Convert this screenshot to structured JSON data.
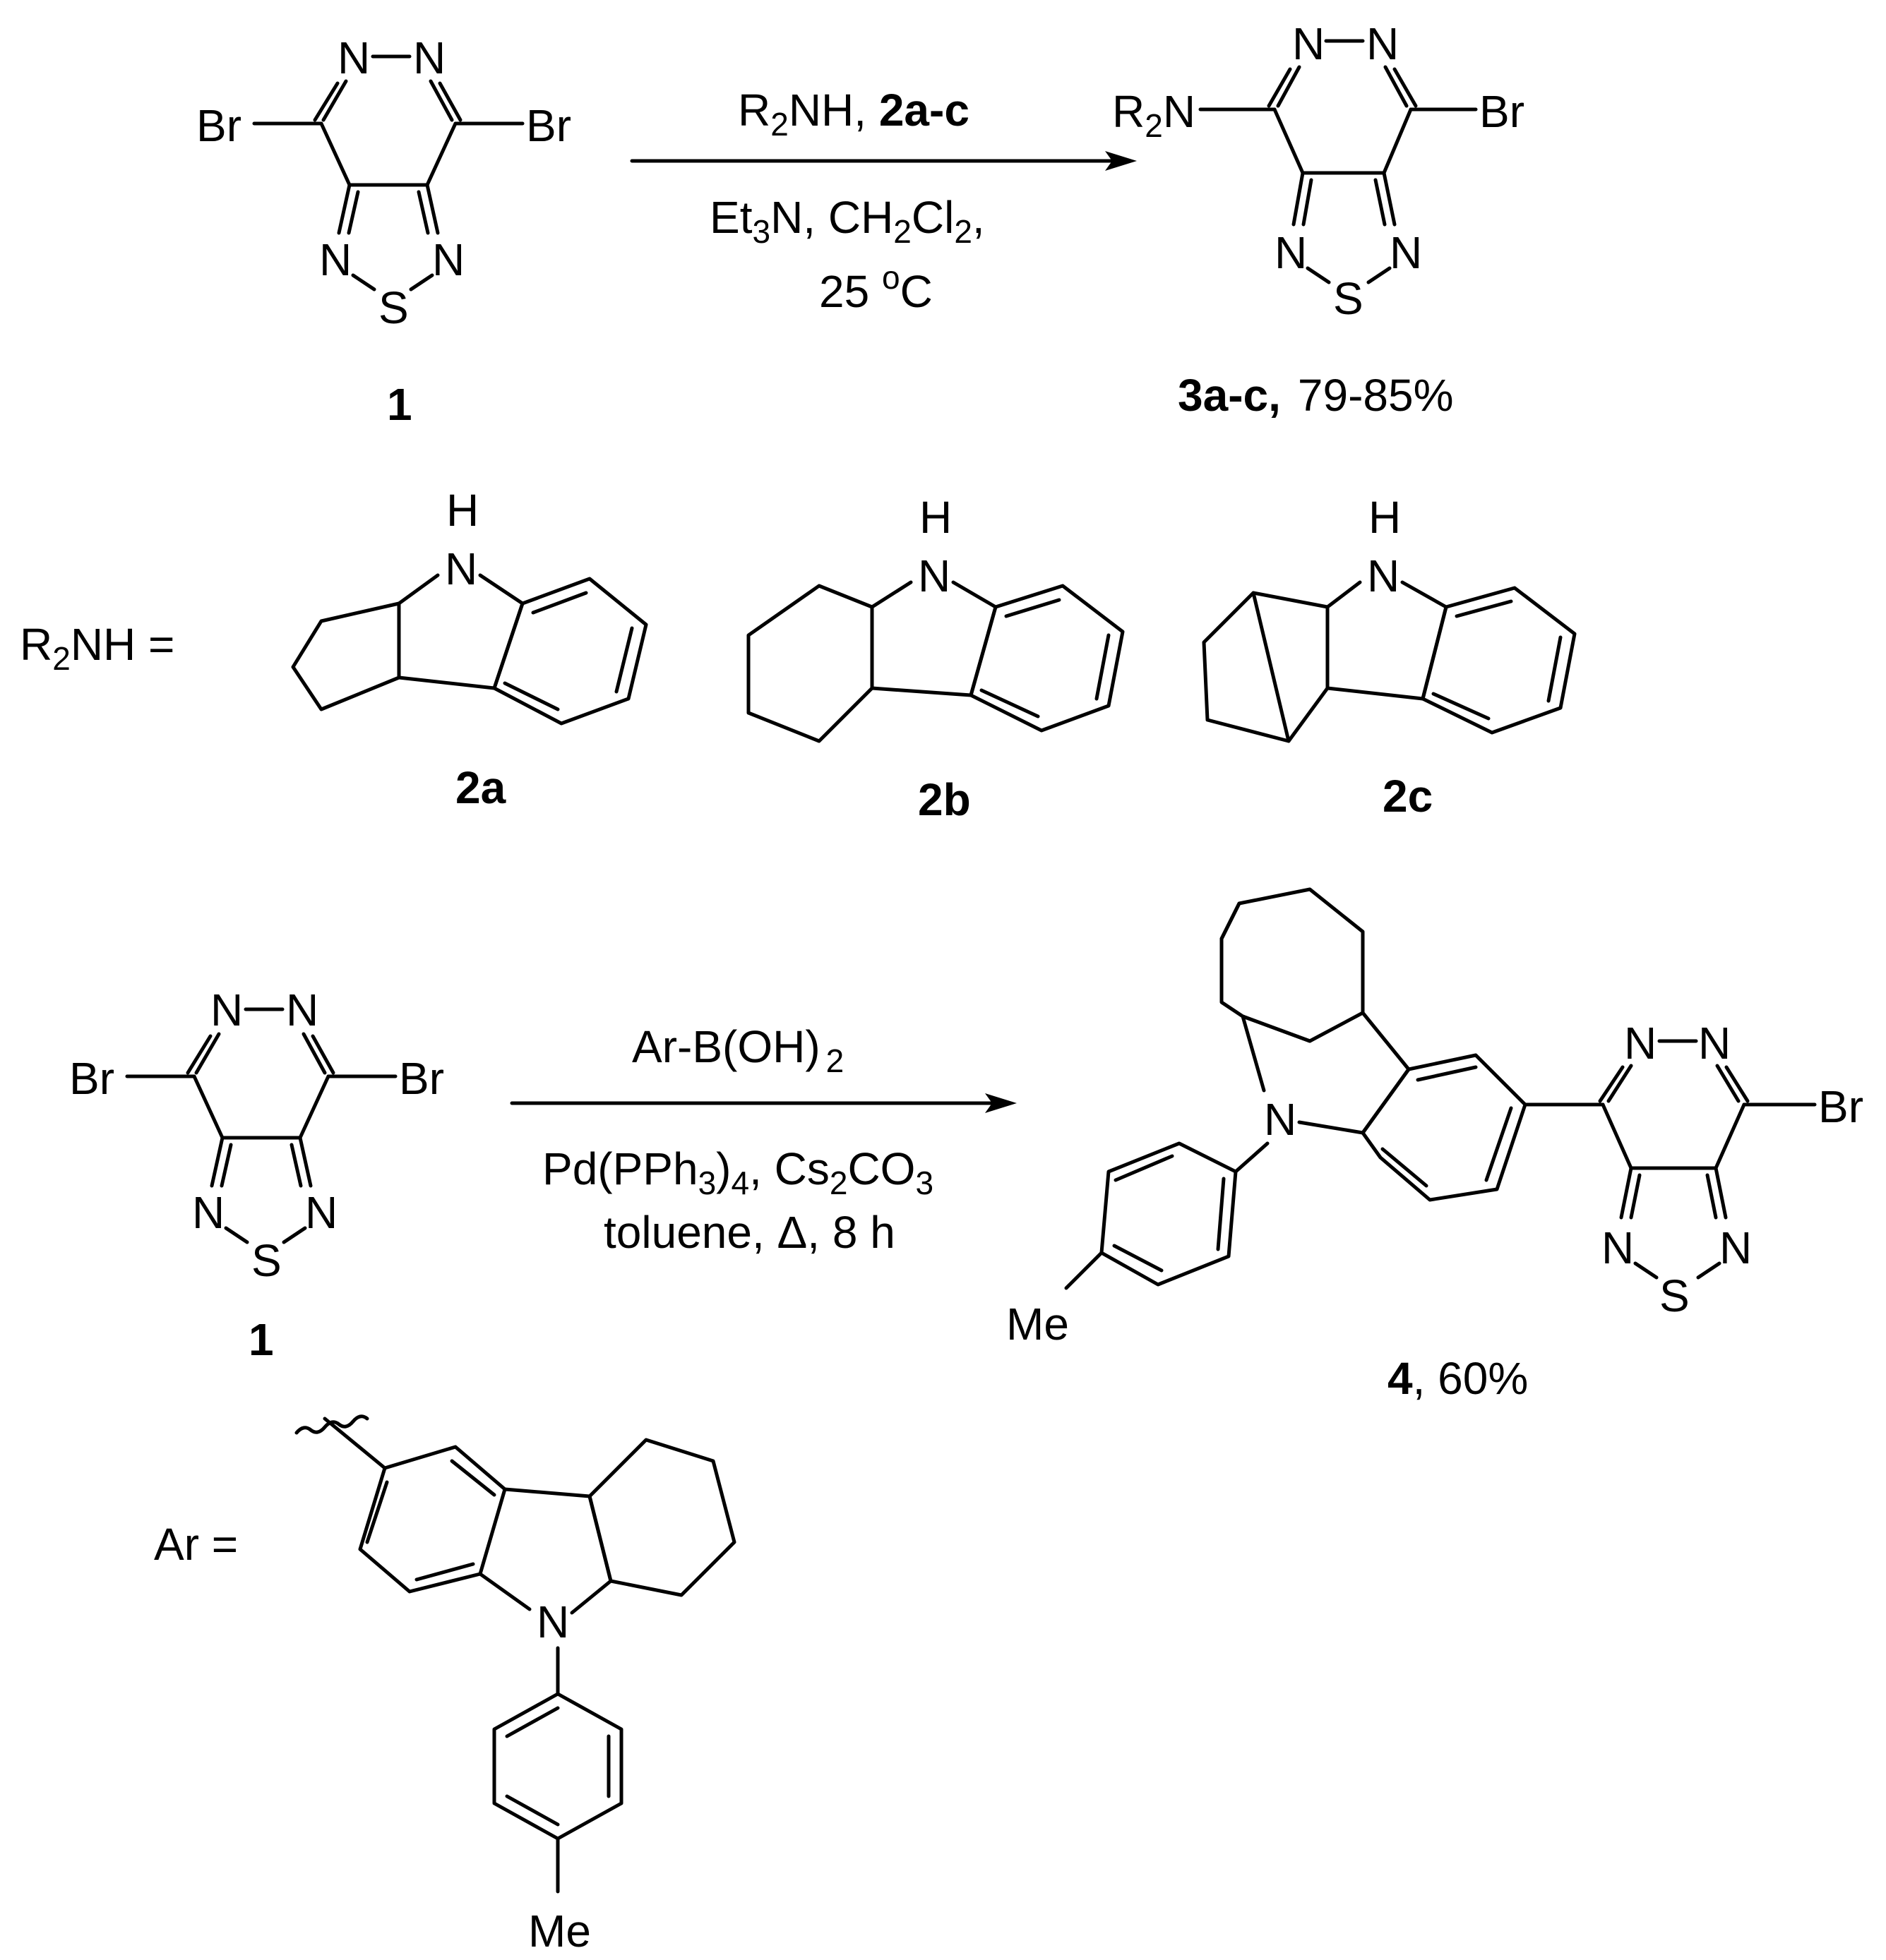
{
  "reaction1": {
    "reagent_line1": "R",
    "reagent_line1_sub": "2",
    "reagent_line1_rest": "NH, ",
    "reagent_line1_bold": "2a-c",
    "cond_line2_a": "Et",
    "cond_line2_sub1": "3",
    "cond_line2_b": "N, CH",
    "cond_line2_sub2": "2",
    "cond_line2_c": "Cl",
    "cond_line2_sub3": "2",
    "cond_line2_d": ",",
    "cond_line3_a": "25 ",
    "cond_line3_sup": "o",
    "cond_line3_b": "C"
  },
  "compound1": {
    "label": "1",
    "atoms": {
      "br_left": "Br",
      "br_right": "Br",
      "n1": "N",
      "n2": "N",
      "n3": "N",
      "n4": "N",
      "s": "S",
      "bridge": "—"
    }
  },
  "product3": {
    "label": "3a-c,",
    "yield": "79-85%",
    "r2n_r": "R",
    "r2n_sub": "2",
    "r2n_n": "N",
    "br": "Br"
  },
  "amines": {
    "prefix_r": "R",
    "prefix_sub": "2",
    "prefix_rest": "NH =",
    "h": "H",
    "n": "N",
    "labels": [
      "2a",
      "2b",
      "2c"
    ]
  },
  "reaction2": {
    "reagent_a": "Ar-B(OH)",
    "reagent_sub": "2",
    "cond2_a": "Pd(PPh",
    "cond2_sub1": "3",
    "cond2_b": ")",
    "cond2_sub2": "4",
    "cond2_c": ", Cs",
    "cond2_sub3": "2",
    "cond2_d": "CO",
    "cond2_sub4": "3",
    "cond3": "toluene, Δ, 8 h"
  },
  "compound1b": {
    "label": "1"
  },
  "product4": {
    "label": "4",
    "yield": ", 60%",
    "me": "Me",
    "n": "N",
    "br": "Br"
  },
  "ar_def": {
    "prefix": "Ar =",
    "n": "N",
    "me": "Me"
  }
}
